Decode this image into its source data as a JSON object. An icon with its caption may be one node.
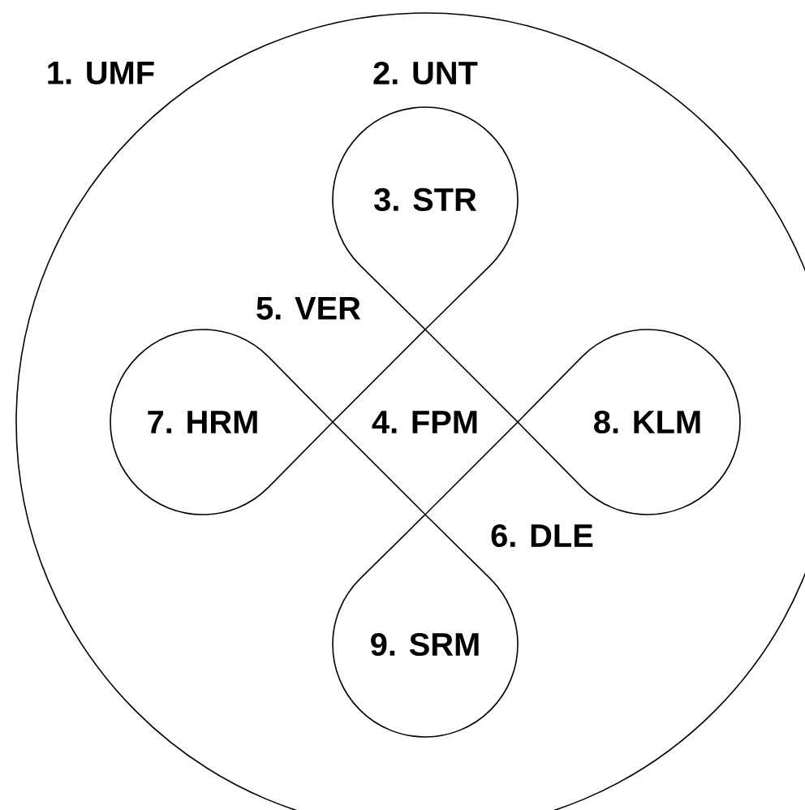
{
  "diagram": {
    "nodes": [
      {
        "text": [
          "1. UMF"
        ]
      },
      {
        "text": [
          "3. STR"
        ],
        "in": 0
      },
      {
        "text": [
          "7. HRM"
        ],
        "in": 0
      },
      {
        "text": [
          "8. KLM"
        ],
        "in": 0
      },
      {
        "text": [
          "9. SRM"
        ],
        "in": 0
      }
    ],
    "labels": [
      "2. UNT",
      "5. VER",
      "4. FPM",
      "6. DLE"
    ]
  }
}
